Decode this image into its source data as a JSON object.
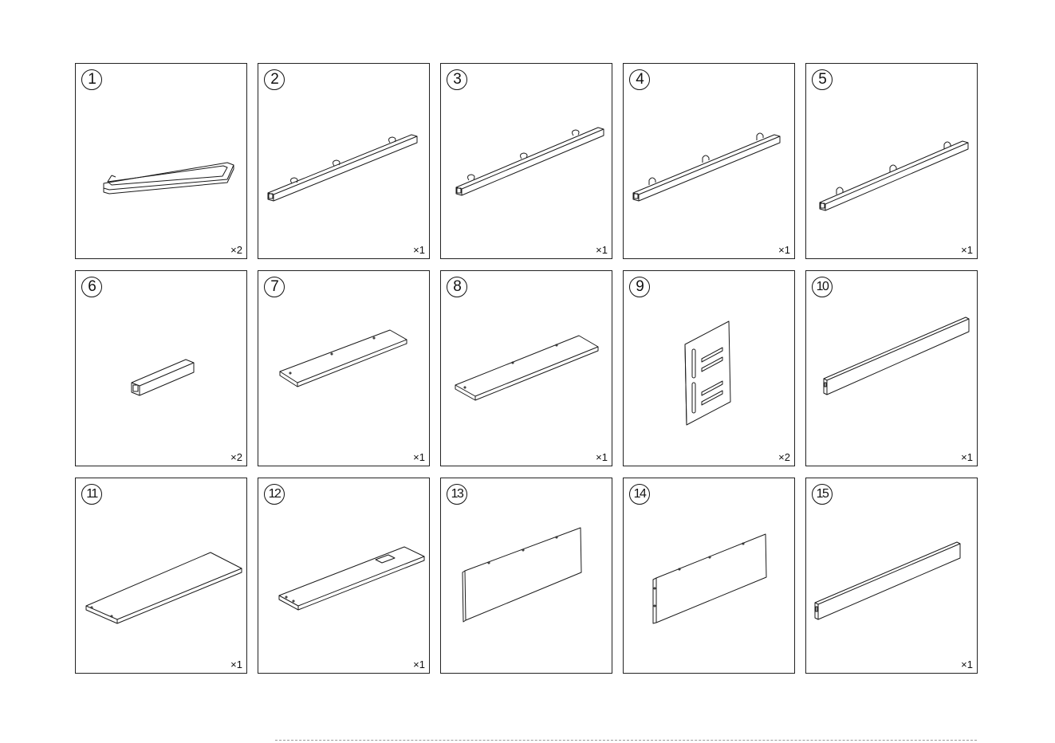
{
  "parts": [
    {
      "number": "1",
      "quantity": "×2",
      "shape": "frame"
    },
    {
      "number": "2",
      "quantity": "×1",
      "shape": "rail-pegs"
    },
    {
      "number": "3",
      "quantity": "×1",
      "shape": "rail-pegs"
    },
    {
      "number": "4",
      "quantity": "×1",
      "shape": "rail-tabs"
    },
    {
      "number": "5",
      "quantity": "×1",
      "shape": "rail-tabs"
    },
    {
      "number": "6",
      "quantity": "×2",
      "shape": "tube-block"
    },
    {
      "number": "7",
      "quantity": "×1",
      "shape": "shelf"
    },
    {
      "number": "8",
      "quantity": "×1",
      "shape": "shelf"
    },
    {
      "number": "9",
      "quantity": "×2",
      "shape": "bracket-plate"
    },
    {
      "number": "10",
      "quantity": "×1",
      "shape": "slim-board"
    },
    {
      "number": "11",
      "quantity": "×1",
      "shape": "wide-shelf"
    },
    {
      "number": "12",
      "quantity": "×1",
      "shape": "shelf-cutout"
    },
    {
      "number": "13",
      "quantity": "",
      "shape": "upright-panel"
    },
    {
      "number": "14",
      "quantity": "",
      "shape": "upright-panel"
    },
    {
      "number": "15",
      "quantity": "×1",
      "shape": "slim-board"
    }
  ]
}
